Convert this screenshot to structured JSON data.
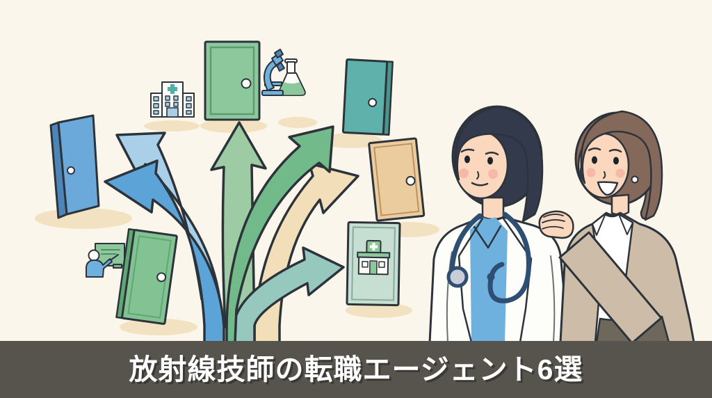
{
  "banner": {
    "title": "放射線技師の転職エージェント6選"
  },
  "colors": {
    "background": "#FBF6EB",
    "banner_bg": "#57544D",
    "banner_text": "#FFFFFF",
    "banner_text_shadow": "#3B3934",
    "outline": "#2C333A",
    "shadow_blob": "#F3E2C2",
    "door_blue": "#6BA9DB",
    "door_blue_edge": "#4C86B8",
    "door_green": "#8CC89C",
    "door_green_line": "#5E9B70",
    "door_teal": "#5FB1AB",
    "door_teal_edge": "#4C948E",
    "door_beige": "#EACC9E",
    "door_beige_line": "#BE9260",
    "door_pale": "#C7DFD3",
    "door_pale_line": "#86AC9C",
    "door_green2": "#83C293",
    "door_green2_edge": "#5FA773",
    "arrow_lightblue": "#A9CFE9",
    "arrow_blue": "#5CA3D8",
    "arrow_lightgreen": "#9CCBA4",
    "arrow_green": "#73BA8B",
    "arrow_beige": "#F2DEB8",
    "arrow_teal": "#97C8BD",
    "window_blue": "#A8CFE8",
    "cross_teal": "#53AFA9",
    "white": "#FDFDF8",
    "skin": "#FAD7BD",
    "blush": "#F5AEA0",
    "hair_man": "#333A4C",
    "hair_woman": "#84685A",
    "coat_white": "#FDFDFA",
    "scrub_blue": "#6FB1DE",
    "steth_navy": "#2E4E74",
    "steth_gray": "#C9CED6",
    "blazer_beige": "#CDBDA8",
    "skirt_taupe": "#6E675C"
  },
  "scene": {
    "description_icons": [
      "hospital-icon",
      "microscope-flask-icon",
      "clinic-icon",
      "presenter-icon"
    ],
    "doors": [
      {
        "name": "blue-open-door",
        "color_key": "door_blue"
      },
      {
        "name": "green-door-top",
        "color_key": "door_green"
      },
      {
        "name": "teal-door",
        "color_key": "door_teal"
      },
      {
        "name": "beige-door",
        "color_key": "door_beige"
      },
      {
        "name": "clinic-door",
        "color_key": "door_pale"
      },
      {
        "name": "green-door-bottom",
        "color_key": "door_green2"
      }
    ],
    "arrows": [
      "up-left",
      "left",
      "up",
      "up-right",
      "right",
      "down-right"
    ],
    "figures": [
      "radiologic-technologist",
      "career-agent"
    ]
  }
}
